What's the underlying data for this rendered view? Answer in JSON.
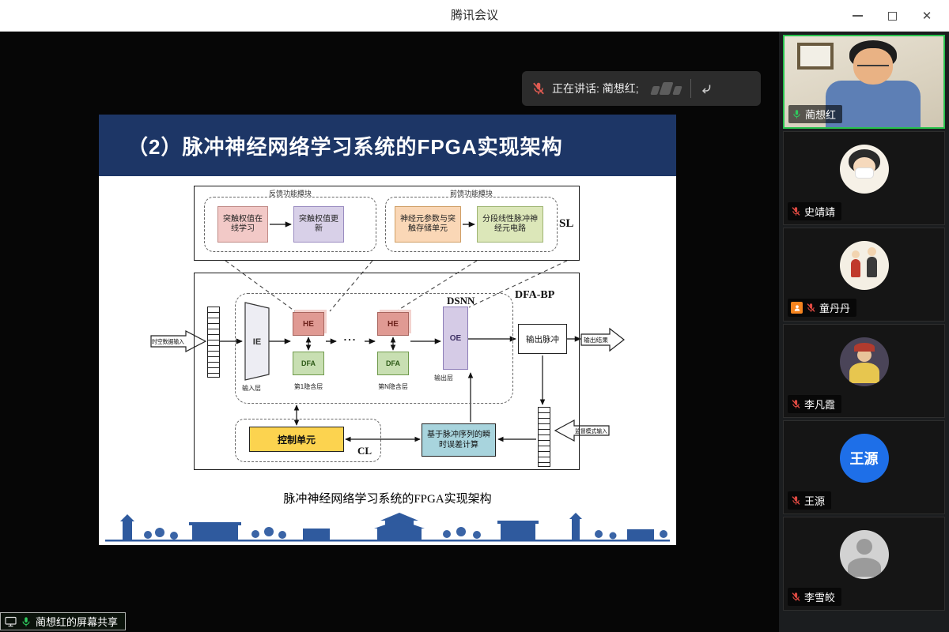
{
  "window": {
    "title": "腾讯会议"
  },
  "icons": {
    "close_glyph": "✕"
  },
  "banner": {
    "speaking_label": "正在讲话: 蔺想红;"
  },
  "share_pill": {
    "label": "蔺想红的屏幕共享"
  },
  "slide": {
    "title": "（2）脉冲神经网络学习系统的FPGA实现架构",
    "caption": "脉冲神经网络学习系统的FPGA实现架构",
    "diagram": {
      "feedback_module": "反馈功能模块",
      "feedforward_module": "前馈功能模块",
      "sl": "SL",
      "box_online_learning": "突触权值在线学习",
      "box_weight_update": "突触权值更新",
      "box_neuron_storage": "神经元参数与突触存储单元",
      "box_pwl_neuron": "分段线性脉冲神经元电路",
      "dsnn": "DSNN",
      "dfa_bp": "DFA-BP",
      "ie": "IE",
      "he": "HE",
      "dfa": "DFA",
      "oe": "OE",
      "dots": "...",
      "input_layer": "输入层",
      "hidden_layer_1": "第1隐含层",
      "hidden_layer_n": "第N隐含层",
      "output_layer": "输出层",
      "output_spike": "输出脉冲",
      "control_unit": "控制单元",
      "cl": "CL",
      "error_calc": "基于脉冲序列的瞬时误差计算",
      "arrow_input": "时空数据输入",
      "arrow_output": "输出结果",
      "arrow_supervise": "监督模式输入"
    }
  },
  "participants": [
    {
      "name": "蔺想红",
      "mic": "on"
    },
    {
      "name": "史靖靖",
      "mic": "muted"
    },
    {
      "name": "童丹丹",
      "mic": "muted"
    },
    {
      "name": "李凡霞",
      "mic": "muted"
    },
    {
      "name": "王源",
      "mic": "muted",
      "avatar_text": "王源"
    },
    {
      "name": "李雪皎",
      "mic": "muted"
    }
  ],
  "colors": {
    "active_speaker_border": "#27c24c",
    "muted_mic_red": "#e04a42",
    "mic_on_green": "#2ecc5e",
    "slide_header_navy": "#1d3666",
    "control_unit_yellow": "#fcd34f",
    "error_calc_cyan": "#a8d4dd",
    "he_pink": "#e09a93",
    "dfa_green": "#c8dfb2",
    "oe_lavender": "#d5cbe6",
    "skyline_blue": "#2f5a9e",
    "wangyuan_avatar_blue": "#1e6fe8",
    "host_badge_orange": "#f5841f"
  }
}
